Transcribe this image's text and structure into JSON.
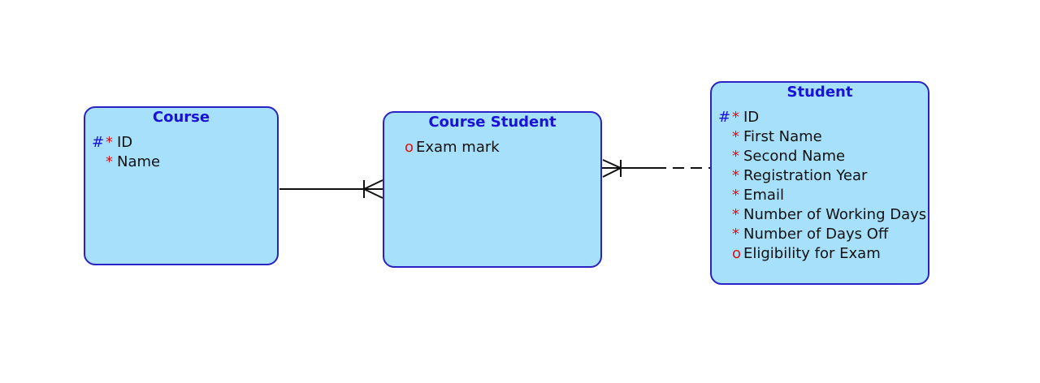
{
  "colors": {
    "entity_fill": "#a6e0fb",
    "entity_border": "#2a22c4",
    "title": "#1a12d6",
    "primary_key_marker": "#1a12d6",
    "mandatory_marker": "#e0101a",
    "relationship_line": "#111111"
  },
  "markers": {
    "primary_key": "#",
    "mandatory": "*",
    "optional": "o"
  },
  "entities": {
    "course": {
      "title": "Course",
      "attributes": [
        {
          "name": "ID",
          "pk": "#",
          "flag": "*"
        },
        {
          "name": "Name",
          "pk": "",
          "flag": "*"
        }
      ]
    },
    "course_student": {
      "title": "Course Student",
      "attributes": [
        {
          "name": "Exam mark",
          "pk": "",
          "flag": "o"
        }
      ]
    },
    "student": {
      "title": "Student",
      "attributes": [
        {
          "name": "ID",
          "pk": "#",
          "flag": "*"
        },
        {
          "name": "First Name",
          "pk": "",
          "flag": "*"
        },
        {
          "name": "Second Name",
          "pk": "",
          "flag": "*"
        },
        {
          "name": "Registration Year",
          "pk": "",
          "flag": "*"
        },
        {
          "name": "Email",
          "pk": "",
          "flag": "*"
        },
        {
          "name": "Number of Working Days",
          "pk": "",
          "flag": "*"
        },
        {
          "name": "Number of Days Off",
          "pk": "",
          "flag": "*"
        },
        {
          "name": "Eligibility for Exam",
          "pk": "",
          "flag": "o"
        }
      ]
    }
  },
  "relationships": [
    {
      "from": "Course",
      "to": "Course Student",
      "cardinality": "one-to-many",
      "style": "solid"
    },
    {
      "from": "Student",
      "to": "Course Student",
      "cardinality": "one-to-many",
      "style": "dashed"
    }
  ]
}
